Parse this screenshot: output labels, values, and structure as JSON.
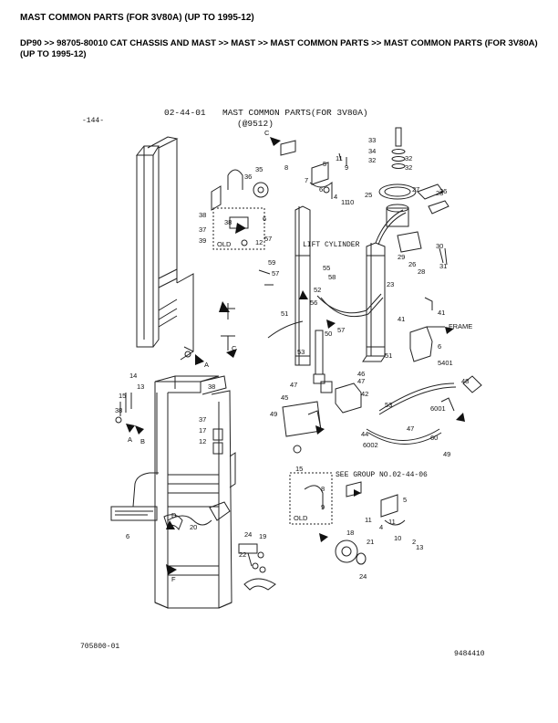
{
  "header": {
    "title": "MAST COMMON PARTS (FOR 3V80A) (UP TO 1995-12)",
    "breadcrumb": "DP90 >> 98705-80010 CAT CHASSIS AND MAST >> MAST >> MAST COMMON PARTS >> MAST COMMON PARTS (FOR 3V80A) (UP TO 1995-12)"
  },
  "diagram": {
    "page_no": "-144-",
    "group_code": "02-44-01",
    "title_line1": "MAST COMMON PARTS(FOR 3V80A)",
    "title_line2": "(@9512)",
    "lift_cylinder": "LIFT CYLINDER",
    "frame_label": "FRAME",
    "see_group": "SEE GROUP NO.02-44-06",
    "old_tag": "OLD",
    "bottom_left_code": "705800-01",
    "bottom_right_code": "9484410",
    "arrows": [
      "C",
      "C",
      "A",
      "A",
      "B",
      "B",
      "A",
      "B",
      "B",
      "C",
      "D",
      "D",
      "E",
      "E",
      "F",
      "F",
      "D"
    ],
    "callouts": [
      "33",
      "34",
      "32",
      "32",
      "32",
      "25",
      "27",
      "28",
      "26",
      "29",
      "26",
      "28",
      "30",
      "31",
      "11",
      "9",
      "8",
      "7",
      "6",
      "4",
      "11",
      "10",
      "5",
      "35",
      "36",
      "6",
      "38",
      "38",
      "37",
      "39",
      "12",
      "57",
      "59",
      "57",
      "55",
      "58",
      "52",
      "56",
      "57",
      "23",
      "51",
      "50",
      "53",
      "41",
      "41",
      "40",
      "6",
      "54",
      "5401",
      "48",
      "45",
      "47",
      "46",
      "47",
      "44",
      "42",
      "53",
      "47",
      "44",
      "6002",
      "6001",
      "60",
      "49",
      "49",
      "15",
      "14",
      "15",
      "13",
      "38",
      "38",
      "37",
      "39",
      "17",
      "12",
      "6",
      "8",
      "9",
      "11",
      "7",
      "5",
      "4",
      "11",
      "10",
      "1-3",
      "2",
      "13",
      "18",
      "21",
      "24",
      "24",
      "19",
      "20",
      "22"
    ]
  }
}
